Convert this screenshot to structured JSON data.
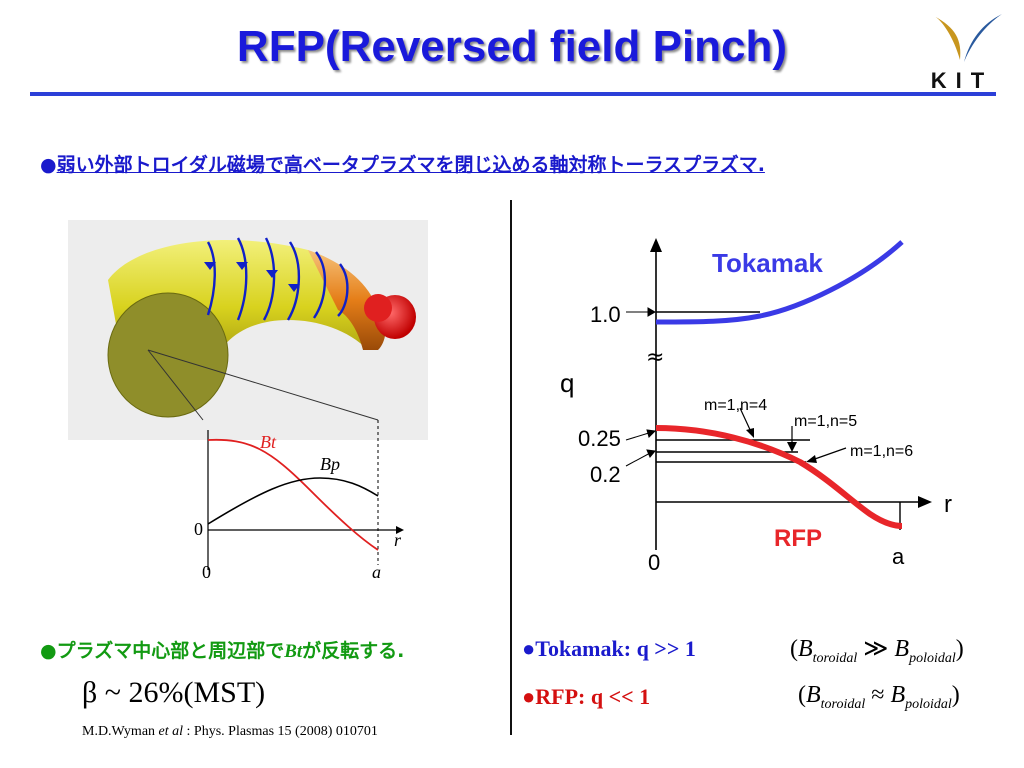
{
  "title": "RFP(Reversed field Pinch)",
  "logo": {
    "text": "KIT"
  },
  "bullet_intro": {
    "dot": "●",
    "text": "弱い外部トロイダル磁場で高ベータプラズマを閉じ込める軸対称トーラスプラズマ."
  },
  "field_profile": {
    "bt_label": "Bt",
    "bp_label": "Bp",
    "axis_r": "r",
    "axis_a": "a",
    "zero_left": "0",
    "zero_bottom": "0"
  },
  "q_chart": {
    "chart_data": {
      "type": "line",
      "xlabel": "r",
      "ylabel": "q",
      "x_ticks": [
        "0",
        "a"
      ],
      "y_ticks": [
        "1.0",
        "0.25",
        "0.2"
      ],
      "axis_break": "≈",
      "series": [
        {
          "name": "Tokamak",
          "color": "#3a3ae6"
        },
        {
          "name": "RFP",
          "color": "#e8262a"
        }
      ],
      "annotations": [
        "m=1,n=4",
        "m=1,n=5",
        "m=1,n=6"
      ]
    }
  },
  "bottom_left": {
    "note_prefix": "●プラズマ中心部と周辺部で",
    "note_bt": "Bt",
    "note_suffix": "が反転する.",
    "beta_text": "β ~ 26%(MST)",
    "ref_authors": "M.D.Wyman ",
    "ref_etal": "et al",
    "ref_rest": " : Phys. Plasmas 15 (2008) 010701"
  },
  "bottom_right": {
    "tokamak_row": "●Tokamak:   q >> 1",
    "rfp_row": "●RFP:   q << 1",
    "tokamak_rel": {
      "open": "(",
      "b": "B",
      "sub1": "toroidal",
      "op": " ≫ ",
      "sub2": "poloidal",
      "close": ")"
    },
    "rfp_rel": {
      "open": "(",
      "b": "B",
      "sub1": "toroidal",
      "op": " ≈ ",
      "sub2": "poloidal",
      "close": ")"
    }
  }
}
